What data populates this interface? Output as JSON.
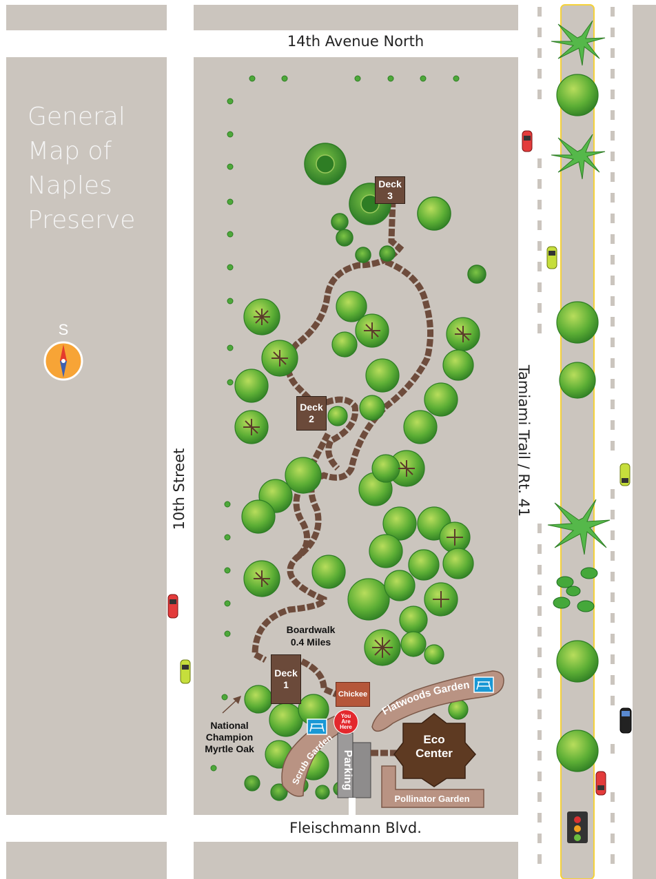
{
  "title_lines": [
    "General",
    "Map of",
    "Naples",
    "Preserve"
  ],
  "compass": {
    "letter": "S"
  },
  "roads": {
    "top": "14th Avenue North",
    "bottom": "Fleischmann Blvd.",
    "left": "10th Street",
    "right": "Tamiami Trail / Rt. 41"
  },
  "decks": [
    {
      "line1": "Deck",
      "line2": "3"
    },
    {
      "line1": "Deck",
      "line2": "2"
    },
    {
      "line1": "Deck",
      "line2": "1"
    }
  ],
  "boardwalk": {
    "line1": "Boardwalk",
    "line2": "0.4 Miles"
  },
  "chickee": "Chickee",
  "you_are_here": [
    "You",
    "Are",
    "Here"
  ],
  "champion": {
    "line1": "National",
    "line2": "Champion",
    "line3": "Myrtle Oak"
  },
  "gardens": {
    "flatwoods": "Flatwoods Garden",
    "scrub": "Scrub Garden",
    "pollinator": "Pollinator Garden"
  },
  "eco_center": {
    "line1": "Eco",
    "line2": "Center"
  },
  "parking": "Parking",
  "colors": {
    "land": "#cbc5be",
    "road": "#ffffff",
    "boardwalk": "#6e4c3c",
    "eco_center": "#5e3a22",
    "garden": "#b99383",
    "compass_ring": "#f7a436",
    "center_line": "#f5d23a",
    "picnic": "#1a98d5"
  },
  "icons": [
    "compass-icon",
    "picnic-table-icon",
    "traffic-light-icon",
    "car-icon",
    "tree-icon",
    "palm-icon",
    "arrow-icon"
  ]
}
